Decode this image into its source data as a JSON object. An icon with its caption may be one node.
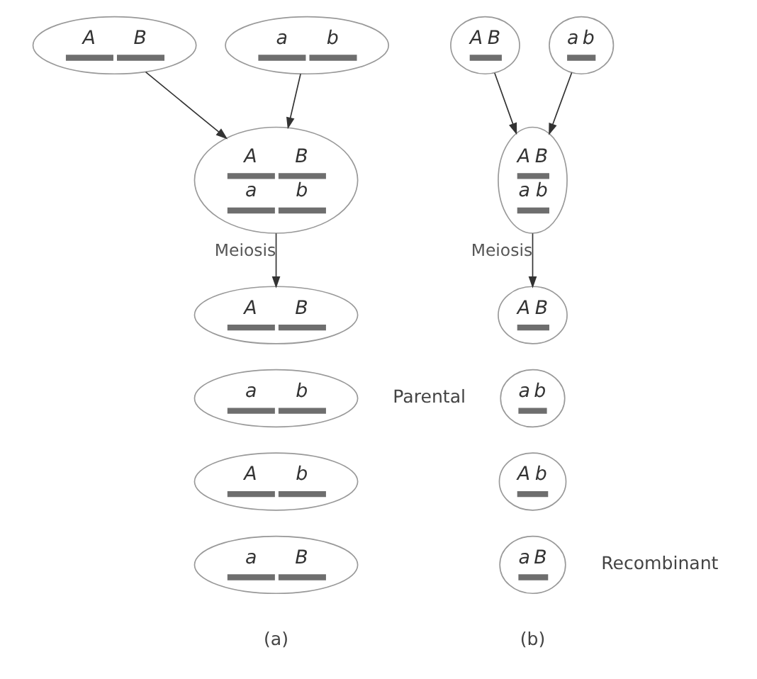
{
  "diagram": {
    "nodes": [
      {
        "text": [
          "A",
          "B"
        ]
      },
      {
        "text": [
          "a",
          "b"
        ]
      },
      {
        "text": [
          "A",
          "B",
          "a",
          "b"
        ]
      },
      {
        "text": [
          "A",
          "B"
        ]
      },
      {
        "text": [
          "a",
          "b"
        ]
      },
      {
        "text": [
          "A",
          "b"
        ]
      },
      {
        "text": [
          "a",
          "B"
        ]
      },
      {
        "text": [
          "A",
          "B"
        ]
      },
      {
        "text": [
          "a",
          "b"
        ]
      },
      {
        "text": [
          "A",
          "B",
          "a",
          "b"
        ]
      },
      {
        "text": [
          "A",
          "B"
        ]
      },
      {
        "text": [
          "a",
          "b"
        ]
      },
      {
        "text": [
          "A",
          "b"
        ]
      },
      {
        "text": [
          "a",
          "B"
        ]
      }
    ],
    "edges": [
      {
        "from": 0,
        "to": 2,
        "arrow": "to"
      },
      {
        "from": 1,
        "to": 2,
        "arrow": "to"
      },
      {
        "from": 2,
        "to": 3,
        "arrow": "to",
        "label": "Meiosis"
      },
      {
        "from": 7,
        "to": 9,
        "arrow": "to"
      },
      {
        "from": 8,
        "to": 9,
        "arrow": "to"
      },
      {
        "from": 9,
        "to": 10,
        "arrow": "to",
        "label": "Meiosis"
      }
    ],
    "labels": [
      "Parental",
      "Recombinant",
      "(a)",
      "(b)"
    ]
  }
}
